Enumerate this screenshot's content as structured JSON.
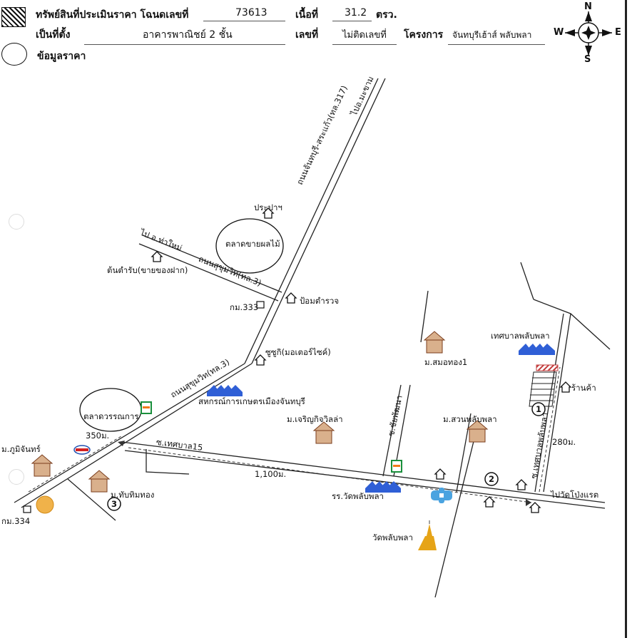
{
  "header": {
    "label_property": "ทรัพย์สินที่ประเมินราคา โฉนดเลขที่",
    "deed_no": "73613",
    "label_area": "เนื้อที่",
    "area": "31.2",
    "area_unit": "ตรว.",
    "label_type": "เป็นที่ตั้ง",
    "building_type": "อาคารพาณิชย์ 2 ชั้น",
    "label_house_no": "เลขที่",
    "house_no": "ไม่ติดเลขที่",
    "label_project": "โครงการ",
    "project": "จันทบุรีเฮ้าส์ พลับพลา",
    "label_price_data": "ข้อมูลราคา"
  },
  "compass": {
    "n": "N",
    "s": "S",
    "e": "E",
    "w": "W"
  },
  "map": {
    "roads": {
      "road_317": "ถนนจันทบุรี-สระแก้ว(ทล.317)",
      "to_makham": "ไปอ.มะขาม",
      "road_3_upper": "ถนนสุขุมวิท(ทล.3)",
      "to_tha_mai": "ไป อ.ท่าใหม่",
      "road_3_lower": "ถนนสุขุมวิท(ทล.3)",
      "thetsaban15": "ซ.เทศบาล15",
      "soi_chaiphatthana": "ซ.ชัยพัฒนา",
      "soi_thetsaban_phlapphla": "ซ.เทศบาลพลับพลา",
      "to_wat_pong_raet": "ไปวัดโป่งแรต"
    },
    "places": {
      "prapa": "ประปาฯ",
      "fruit_market": "ตลาดขายผลไม้",
      "ton_tamrap": "ต้นตำรับ(ขายของฝาก)",
      "police_box": "ป้อมตำรวจ",
      "km333": "กม.333",
      "suzuki": "ซูซูกิ(มอเตอร์ไซค์)",
      "cooperative": "สหกรณ์การเกษตรเมืองจันทบุรี",
      "wanna_market": "ตลาดวรรณการ",
      "dist_350": "350ม.",
      "phumijan": "ม.ภูมิจันทร์",
      "km334": "กม.334",
      "thapthimthong": "ม.ทับทิมทอง",
      "charoenkit": "ม.เจริญกิจวิลล่า",
      "dist_1100": "1,100ม.",
      "school": "รร.วัดพลับพลา",
      "temple": "วัดพลับพลา",
      "somthong": "ม.สมอทอง1",
      "suan_phlapphla": "ม.สวนพลับพลา",
      "municipality": "เทศบาลพลับพลา",
      "shop": "ร้านค้า",
      "dist_280": "280ม.",
      "comp1": "1",
      "comp2": "2",
      "comp3": "3"
    }
  },
  "colors": {
    "road": "#222222",
    "cooperative_bldg": "#2f5fd6",
    "subject_hatch": "#c23b3b",
    "seven_eleven_green": "#1a8f3c",
    "seven_eleven_orange": "#f07a1a",
    "temple_gold": "#e6a417",
    "hospital_blue": "#4aa3e0"
  }
}
